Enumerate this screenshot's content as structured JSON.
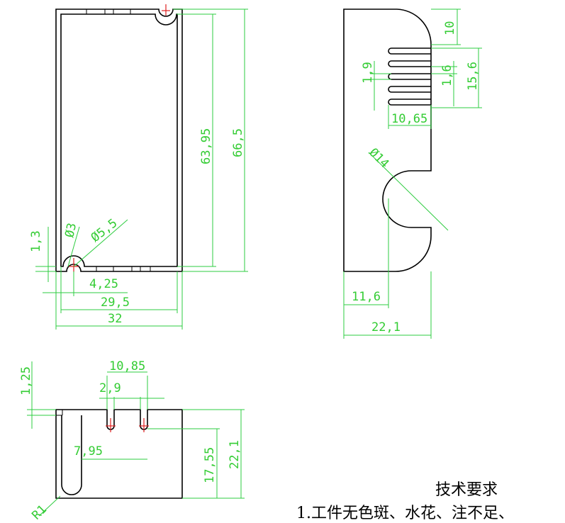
{
  "views": {
    "front": {
      "dims": {
        "height_inner": "63,95",
        "height_total": "66,5",
        "hole_d": "Ø5,5",
        "hole_d2": "Ø3",
        "lip": "1,3",
        "offset": "4,25",
        "width_inner": "29,5",
        "width_total": "32"
      }
    },
    "side": {
      "dims": {
        "top": "10",
        "fin_pitch": "1,9",
        "fin_gap": "1,6",
        "fin_span": "15,6",
        "fin_len": "10,65",
        "arc_d": "Ø14",
        "arc_x": "11,6",
        "width": "22,1"
      }
    },
    "end": {
      "dims": {
        "slot_span": "10,85",
        "slot_w": "2,9",
        "lip": "1,25",
        "slot_pos": "7,95",
        "inner_h": "17,55",
        "total_h": "22,1",
        "radius": "R1"
      }
    }
  },
  "notes": {
    "title": "技术要求",
    "line1": "1.工件无色斑、水花、注不足、"
  }
}
